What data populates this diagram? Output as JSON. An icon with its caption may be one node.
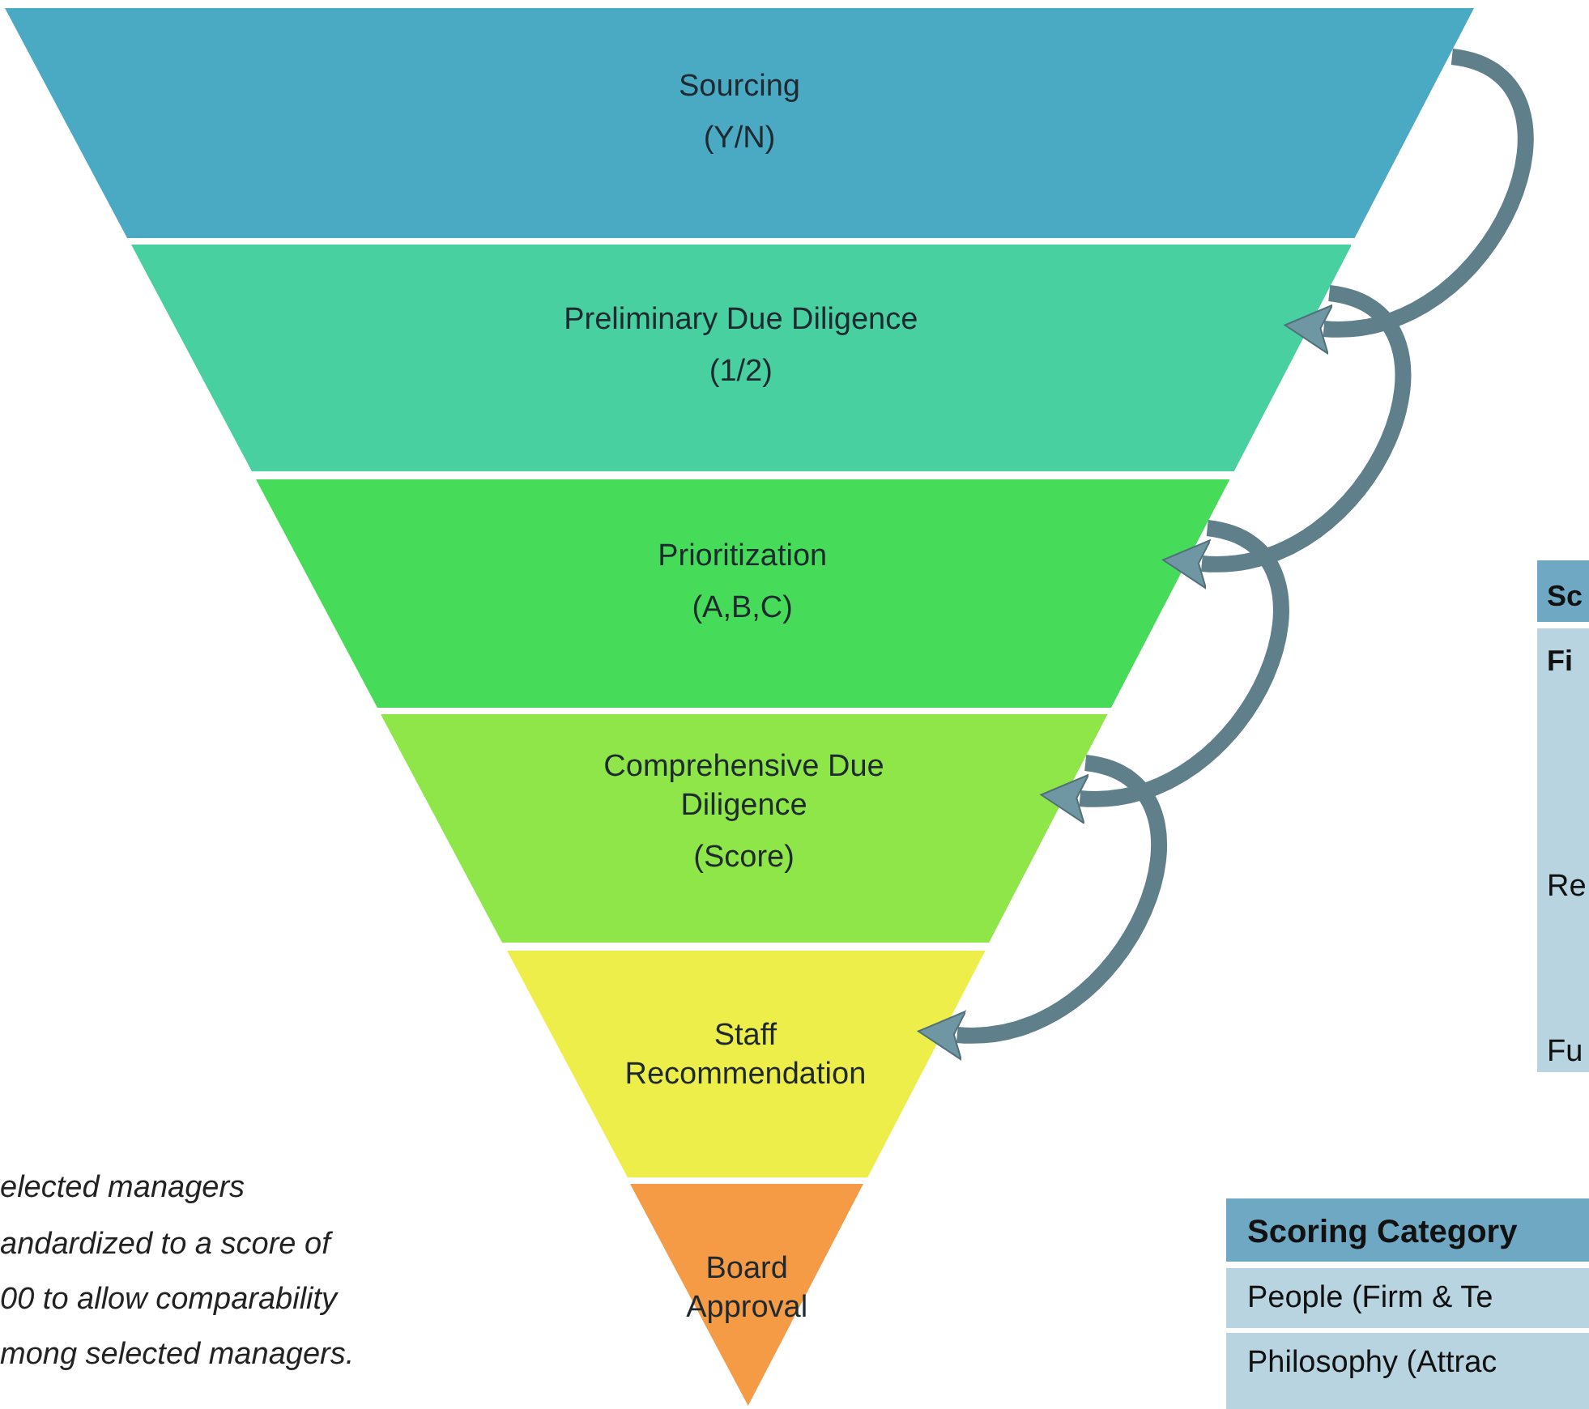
{
  "diagram": {
    "nodes": [
      {
        "text": [
          "Sourcing",
          "(Y/N)"
        ]
      },
      {
        "text": [
          "Preliminary Due Diligence",
          "(1/2)"
        ]
      },
      {
        "text": [
          "Prioritization",
          "(A,B,C)"
        ]
      },
      {
        "text": [
          "Comprehensive Due Diligence",
          "(Score)"
        ]
      },
      {
        "text": [
          "Staff Recommendation"
        ]
      },
      {
        "text": [
          "Board Approval"
        ]
      }
    ],
    "edges": [
      {
        "from": 0,
        "to": 1,
        "arrow": "to"
      },
      {
        "from": 1,
        "to": 2,
        "arrow": "to"
      },
      {
        "from": 2,
        "to": 3,
        "arrow": "to"
      },
      {
        "from": 3,
        "to": 4,
        "arrow": "to"
      }
    ],
    "labels": [
      "Sc",
      "Fi",
      "Re",
      "Fu",
      "elected managers",
      "andardized to a score of",
      "00 to allow comparability",
      "mong selected managers.",
      "Scoring Category",
      "People (Firm & Te",
      "Philosophy (Attrac"
    ]
  }
}
